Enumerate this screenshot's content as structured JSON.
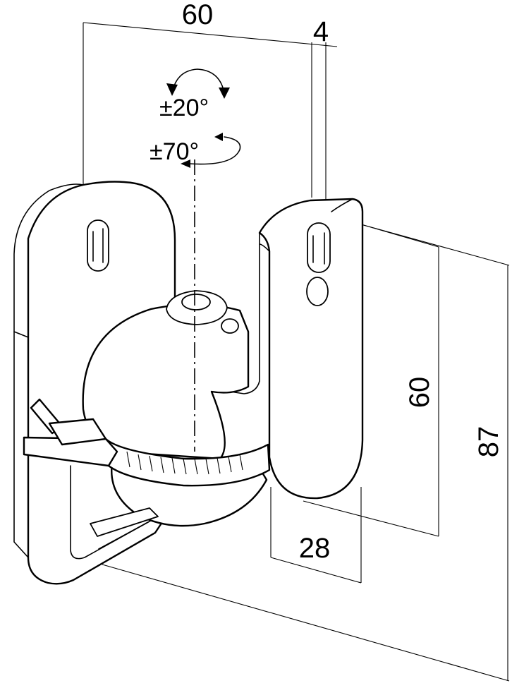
{
  "dimensions": {
    "top_width": "60",
    "plate_thickness": "4",
    "height_inner": "60",
    "height_outer": "87",
    "depth": "28"
  },
  "rotation": {
    "tilt": "±20°",
    "swivel": "±70°"
  }
}
